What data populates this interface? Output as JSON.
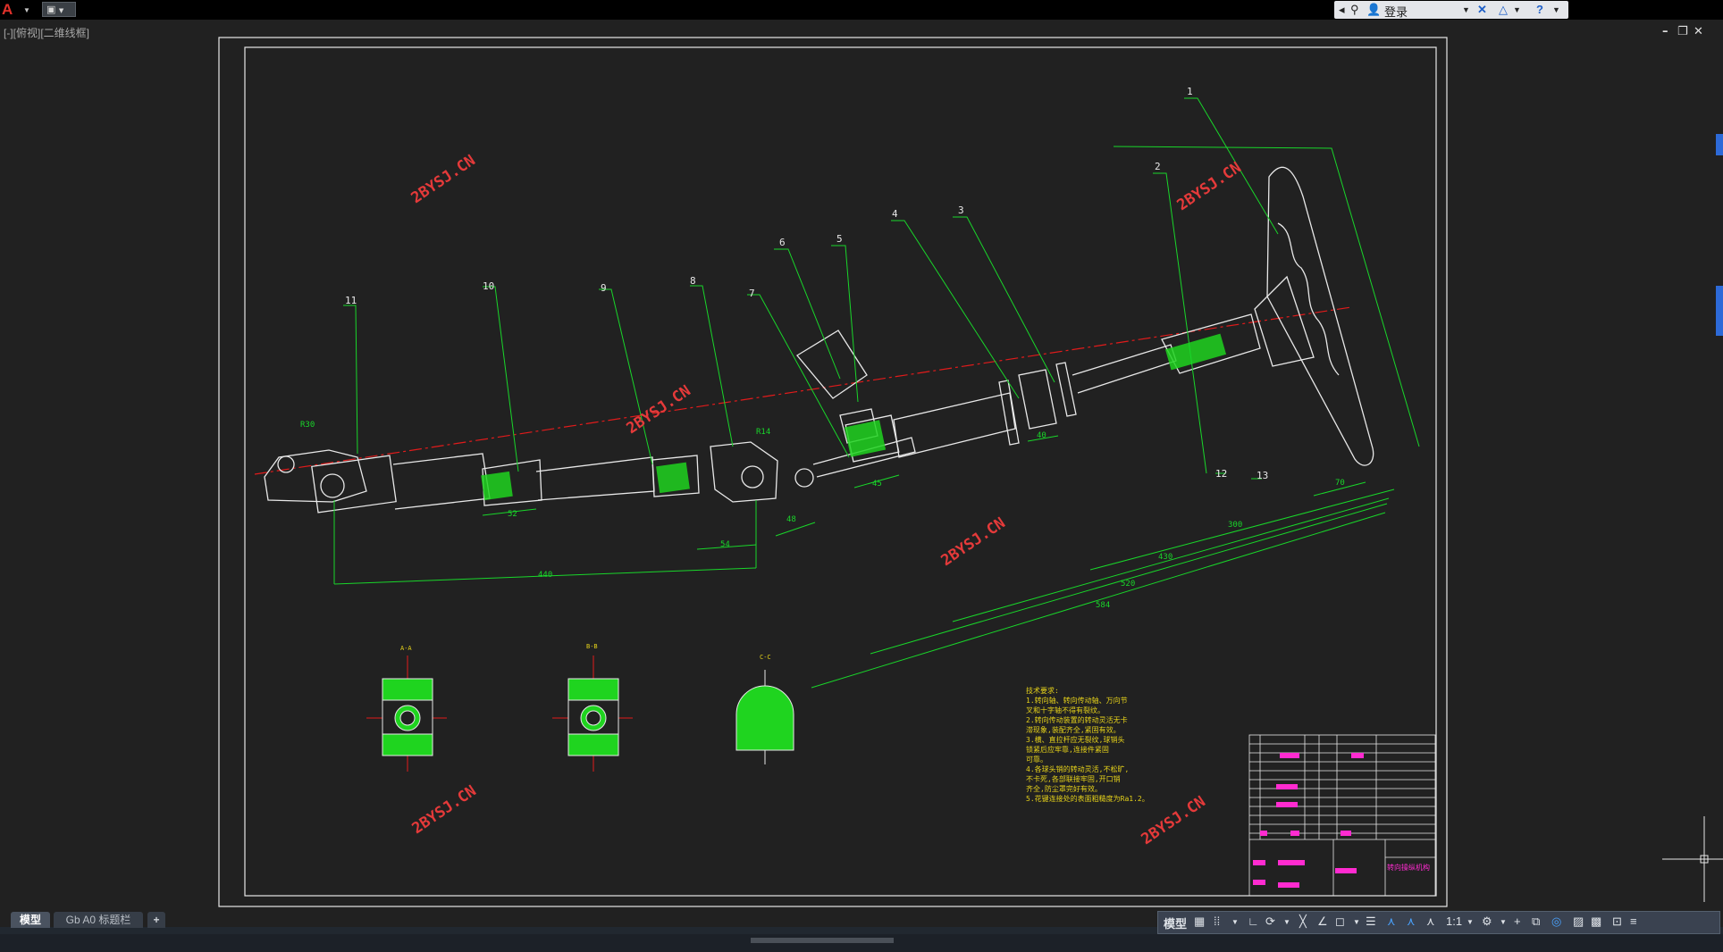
{
  "app": {
    "logo_glyph": "A",
    "signin_label": "登录",
    "viewport_label": "[-][俯视][二维线框]"
  },
  "tabs": [
    {
      "label": "模型"
    },
    {
      "label": "Gb A0 标题栏"
    },
    {
      "label": "+"
    }
  ],
  "statusbar": {
    "model_label": "模型",
    "scale": "1:1"
  },
  "drawing": {
    "watermark": "2BYSJ.CN",
    "part_numbers": [
      "1",
      "2",
      "3",
      "4",
      "5",
      "6",
      "7",
      "8",
      "9",
      "10",
      "11",
      "12",
      "13"
    ],
    "dimensions": [
      "440",
      "52",
      "54",
      "48",
      "45",
      "40",
      "70",
      "300",
      "430",
      "520",
      "584",
      "R14",
      "R30"
    ],
    "section_labels": [
      "A-A",
      "B-B",
      "C-C"
    ],
    "tech_title": "技术要求:",
    "tech_lines": [
      "1.转向轴、转向传动轴、万向节",
      "  叉和十字轴不得有裂纹。",
      "2.转向传动装置的转动灵活无卡",
      "  滞现象,装配齐全,紧固有效。",
      "3.横、直拉杆应无裂纹,球销头",
      "  锁紧后应牢靠,连接件紧固",
      "  可靠。",
      "4.各球头销的转动灵活,不松旷,",
      "  不卡死,各部联接牢固,开口销",
      "  齐全,防尘罩完好有效。",
      "5.花键连接处的表面粗糙度为Ra1.2。"
    ],
    "title_block_name": "转向操纵机构"
  },
  "colors": {
    "drawing_white": "#e8e8e8",
    "dimension_green": "#19d62a",
    "centerline_red": "#e11b1b",
    "hatch_green": "#1fd41f",
    "watermark_red": "#e53a3a",
    "table_magenta": "#ff2bd0",
    "note_yellow": "#e6d21a"
  }
}
